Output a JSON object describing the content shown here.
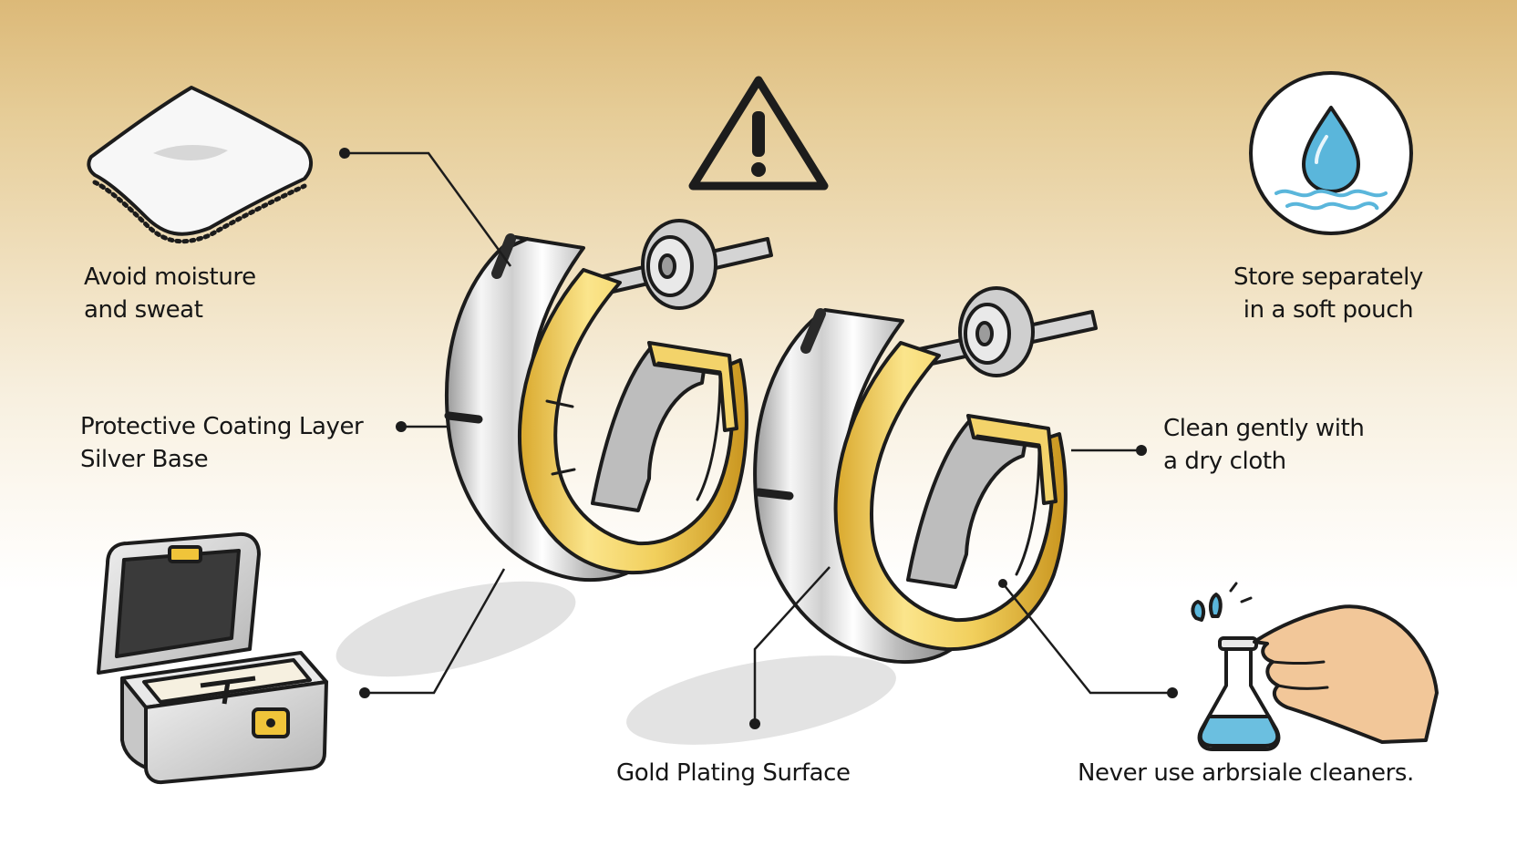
{
  "labels": {
    "avoid_moisture": [
      "Avoid moisture",
      "and sweat"
    ],
    "store_separately": [
      "Store separately",
      "in a soft pouch"
    ],
    "coating_layer": [
      "Protective Coating Layer",
      "Silver Base"
    ],
    "clean_gently": [
      "Clean gently with",
      "a dry cloth"
    ],
    "gold_plating": "Gold Plating Surface",
    "never_use": "Never use arbrsiale cleaners."
  },
  "colors": {
    "gold": "#f1cf5c",
    "silver": "#e3e3e3",
    "outline": "#1c1c1c",
    "water_blue": "#5ab6db",
    "skin": "#f2c799"
  },
  "icons": [
    "cloth-icon",
    "warning-icon",
    "water-drop-icon",
    "jewelry-box-icon",
    "cleaner-flask-icon",
    "hand-icon"
  ]
}
